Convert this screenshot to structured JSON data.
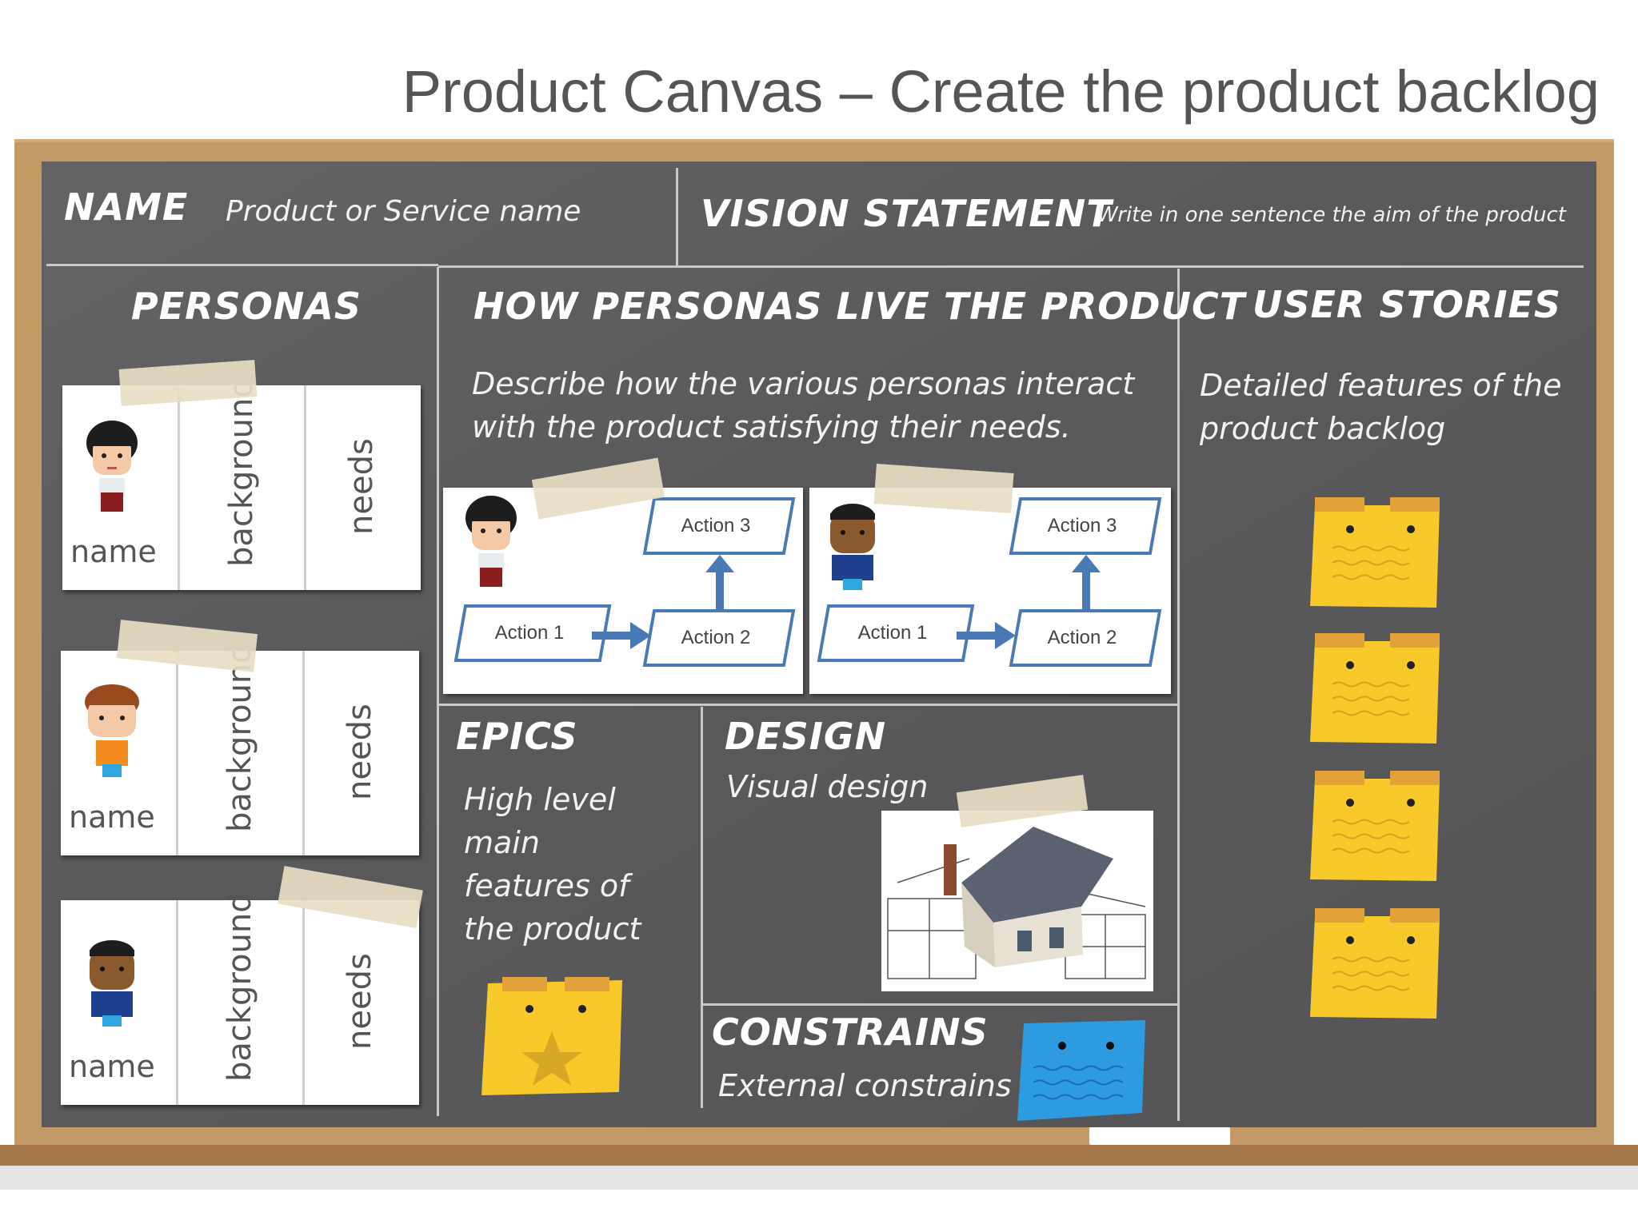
{
  "title": "Product Canvas – Create the product backlog",
  "header": {
    "name_heading": "NAME",
    "name_value": "Product or Service name",
    "vision_heading": "VISION STATEMENT",
    "vision_value": "Write in one sentence the aim of the product"
  },
  "personas": {
    "heading": "PERSONAS",
    "cards": [
      {
        "name": "name",
        "background": "background",
        "needs": "needs"
      },
      {
        "name": "name",
        "background": "background",
        "needs": "needs"
      },
      {
        "name": "name",
        "background": "background",
        "needs": "needs"
      }
    ]
  },
  "how": {
    "heading": "HOW PERSONAS LIVE THE PRODUCT",
    "line1": "Describe how the various personas interact",
    "line2": "with the product satisfying their needs.",
    "flows": [
      {
        "action1": "Action 1",
        "action2": "Action 2",
        "action3": "Action 3"
      },
      {
        "action1": "Action 1",
        "action2": "Action 2",
        "action3": "Action 3"
      }
    ]
  },
  "user_stories": {
    "heading": "USER STORIES",
    "line1": "Detailed features of the",
    "line2": "product backlog"
  },
  "epics": {
    "heading": "EPICS",
    "lines": [
      "High level",
      "main",
      "features of",
      "the product"
    ]
  },
  "design": {
    "heading": "DESIGN",
    "text": "Visual design"
  },
  "constraints": {
    "heading": "CONSTRAINS",
    "text": "External constrains"
  },
  "colors": {
    "board": "#5a5a5c",
    "frame": "#c39a66",
    "sticky_yellow": "#f7c92b",
    "sticky_blue": "#2e9be0",
    "action_border": "#4a7ab5"
  }
}
